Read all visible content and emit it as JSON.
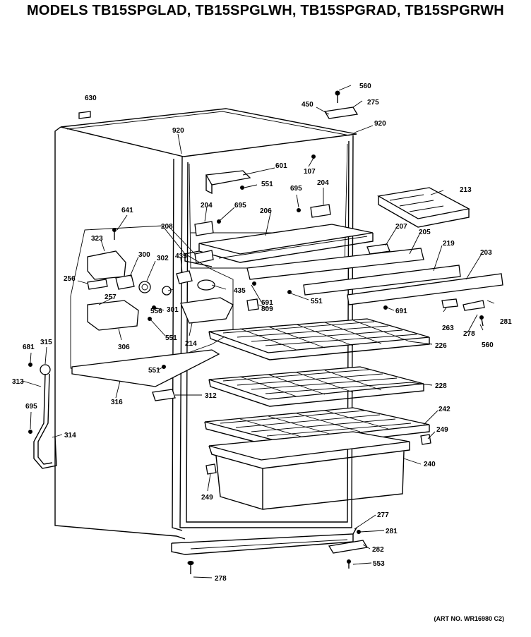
{
  "title": "MODELS TB15SPGLAD, TB15SPGLWH, TB15SPGRAD, TB15SPGRWH",
  "art_number": "(ART NO. WR16980 C2)",
  "callouts": {
    "c630": "630",
    "c560a": "560",
    "c275": "275",
    "c450": "450",
    "c920a": "920",
    "c920b": "920",
    "c601": "601",
    "c551a": "551",
    "c107": "107",
    "c695a": "695",
    "c204a": "204",
    "c204b": "204",
    "c695b": "695",
    "c213": "213",
    "c206": "206",
    "c641": "641",
    "c208": "208",
    "c207": "207",
    "c205": "205",
    "c219": "219",
    "c203": "203",
    "c323": "323",
    "c300": "300",
    "c302": "302",
    "c435a": "435",
    "c256": "256",
    "c435b": "435",
    "c691a": "691",
    "c551b": "551",
    "c809": "809",
    "c257": "257",
    "c556": "556",
    "c301": "301",
    "c691b": "691",
    "c263": "263",
    "c281a": "281",
    "c551c": "551",
    "c214": "214",
    "c306": "306",
    "c278a": "278",
    "c560b": "560",
    "c226": "226",
    "c681": "681",
    "c315": "315",
    "c551d": "551",
    "c313": "313",
    "c228": "228",
    "c316": "316",
    "c312": "312",
    "c695c": "695",
    "c242": "242",
    "c249a": "249",
    "c314": "314",
    "c240": "240",
    "c249b": "249",
    "c277": "277",
    "c281b": "281",
    "c282": "282",
    "c553": "553",
    "c278b": "278"
  }
}
